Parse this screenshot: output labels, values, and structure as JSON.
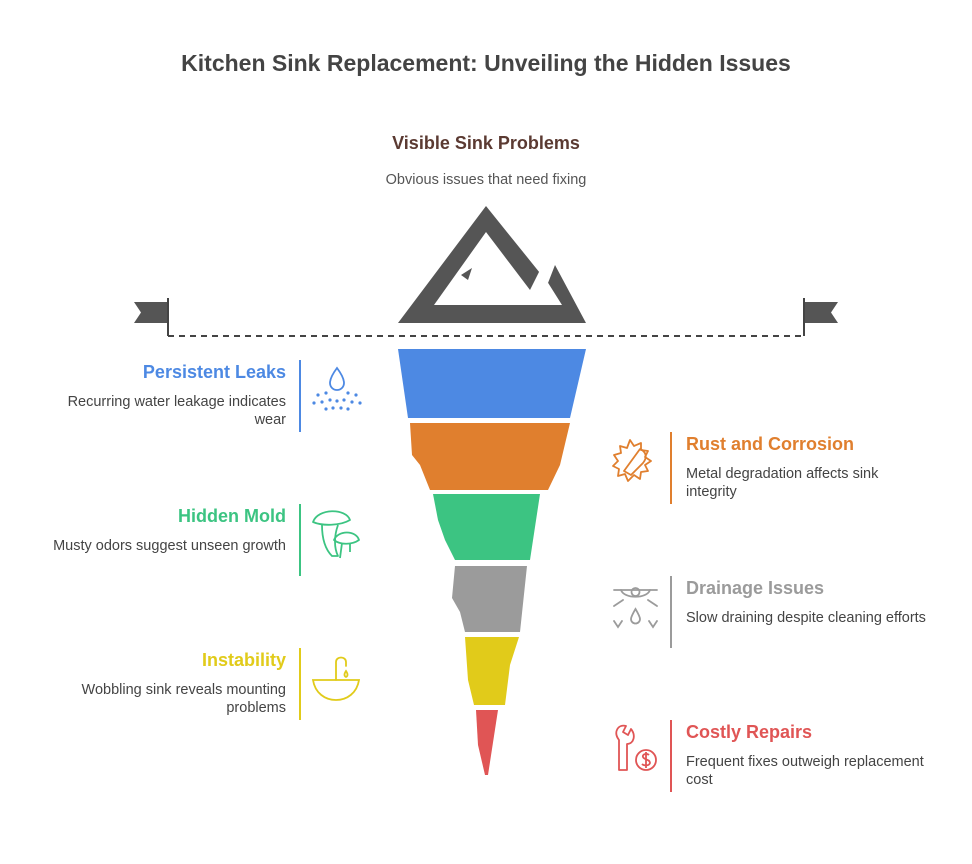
{
  "title": "Kitchen Sink Replacement: Unveiling the Hidden Issues",
  "top": {
    "heading": "Visible Sink Problems",
    "description": "Obvious issues that need fixing"
  },
  "colors": {
    "title": "#444444",
    "mountain": "#555555",
    "leaks": "#4d89e3",
    "rust": "#e07f2e",
    "mold": "#3cc482",
    "drainage": "#9b9b9b",
    "instability": "#e1cb1a",
    "repairs": "#e05555"
  },
  "items": [
    {
      "heading": "Persistent Leaks",
      "description": "Recurring water leakage indicates wear",
      "icon": "water-drop-icon"
    },
    {
      "heading": "Rust and Corrosion",
      "description": "Metal degradation affects sink integrity",
      "icon": "rust-corrosion-icon"
    },
    {
      "heading": "Hidden Mold",
      "description": "Musty odors suggest unseen growth",
      "icon": "mushroom-mold-icon"
    },
    {
      "heading": "Drainage Issues",
      "description": "Slow draining despite cleaning efforts",
      "icon": "drain-icon"
    },
    {
      "heading": "Instability",
      "description": "Wobbling sink reveals mounting problems",
      "icon": "sink-faucet-icon"
    },
    {
      "heading": "Costly Repairs",
      "description": "Frequent fixes outweigh replacement cost",
      "icon": "wrench-dollar-icon"
    }
  ]
}
